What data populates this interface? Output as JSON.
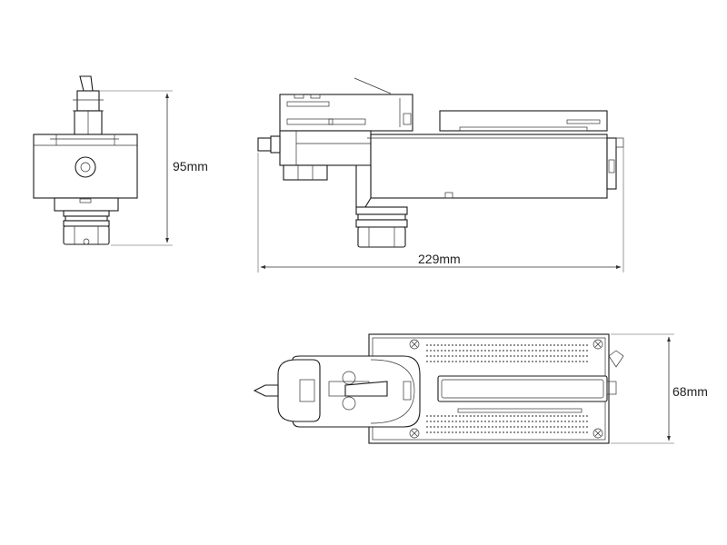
{
  "dimensions": {
    "height": "95mm",
    "length": "229mm",
    "width": "68mm"
  }
}
